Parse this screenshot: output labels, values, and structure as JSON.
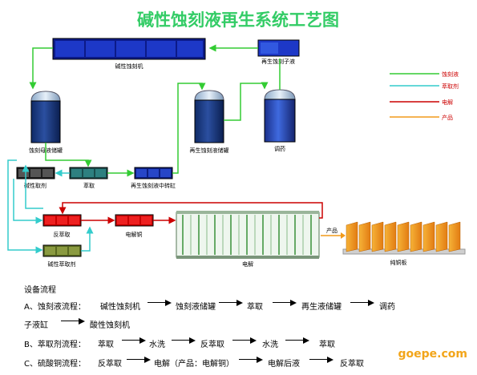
{
  "title": "碱性蚀刻液再生系统工艺图",
  "nodes": {
    "etcher": "碱性蚀刻机",
    "regen_sub_tank": "再生蚀刻子液",
    "etch_waste_tank": "蚀刻母液储罐",
    "regen_tank": "再生蚀刻液储罐",
    "mix_tank": "调药",
    "alk_extract": "碱性取剂",
    "extract": "萃取",
    "regen_mid": "再生蚀刻液中转缸",
    "back_extract": "反萃取",
    "electrolysis_cu": "电解铜",
    "alk_extractant": "碱性萃取剂",
    "electrolysis": "电解",
    "copper_plate": "纯铜板"
  },
  "legend": [
    {
      "label": "蚀刻液",
      "color": "#33cc33"
    },
    {
      "label": "萃取剂",
      "color": "#33cccc"
    },
    {
      "label": "电解",
      "color": "#cc0000"
    },
    {
      "label": "产品",
      "color": "#f29a1a"
    }
  ],
  "product_label": "产品",
  "process_title": "设备流程",
  "process_a": {
    "prefix": "A、蚀刻液流程：",
    "steps": [
      "碱性蚀刻机",
      "蚀刻液储罐",
      "萃取",
      "再生液储罐",
      "调药"
    ],
    "line2": [
      "子液缸",
      "酸性蚀刻机"
    ]
  },
  "process_b": {
    "prefix": "B、萃取剂流程：",
    "steps": [
      "萃取",
      "水洗",
      "反萃取",
      "水洗",
      "萃取"
    ]
  },
  "process_c": {
    "prefix": "C、硫酸铜流程：",
    "steps": [
      "反萃取",
      "电解（产品：电解铜）",
      "电解后液",
      "反萃取"
    ]
  },
  "watermark": "goepe.com",
  "colors": {
    "solution": "#33cc33",
    "extractant": "#33cccc",
    "electro": "#cc0000",
    "product": "#f29a1a"
  }
}
